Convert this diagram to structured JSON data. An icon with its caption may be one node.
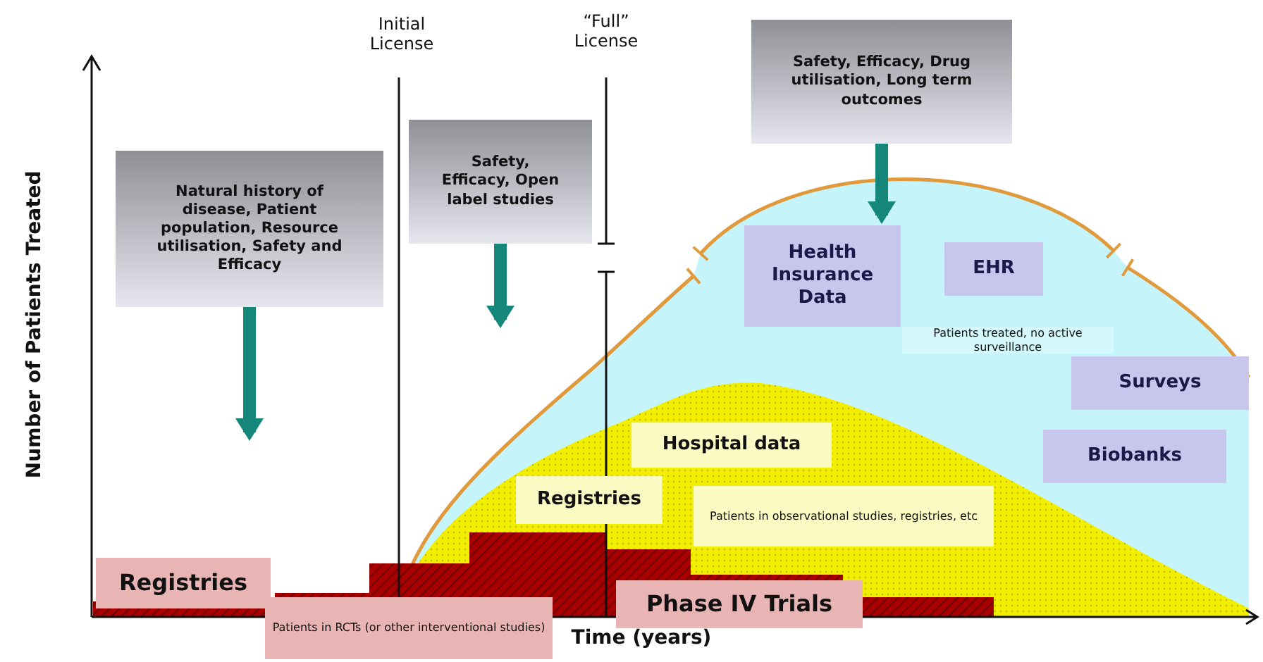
{
  "diagram": {
    "nodes": [
      {
        "text": [
          "Natural history of disease, Patient population, Resource utilisation, Safety and Efficacy"
        ]
      },
      {
        "text": [
          "Safety, Efficacy, Open label studies"
        ]
      },
      {
        "text": [
          "Safety, Efficacy, Drug utilisation, Long term outcomes"
        ]
      },
      {
        "text": [
          "Health Insurance Data"
        ]
      },
      {
        "text": [
          "EHR"
        ]
      },
      {
        "text": [
          "Surveys"
        ]
      },
      {
        "text": [
          "Biobanks"
        ]
      },
      {
        "text": [
          "Hospital data"
        ]
      },
      {
        "text": [
          "Registries"
        ]
      },
      {
        "text": [
          "Patients in observational studies, registries, etc"
        ]
      },
      {
        "text": [
          "Registries"
        ]
      },
      {
        "text": [
          "Patients in RCTs (or other interventional studies)"
        ]
      },
      {
        "text": [
          "Phase IV Trials"
        ]
      }
    ],
    "edges": [
      {
        "from": 0,
        "to": null,
        "arrow": "to"
      },
      {
        "from": 1,
        "to": null,
        "arrow": "to"
      },
      {
        "from": 2,
        "to": 3,
        "arrow": "to"
      }
    ],
    "labels": [
      "Initial License",
      "“Full” License",
      "Number of Patients Treated",
      "Patients treated, no active surveillance",
      "Time (years)"
    ]
  }
}
